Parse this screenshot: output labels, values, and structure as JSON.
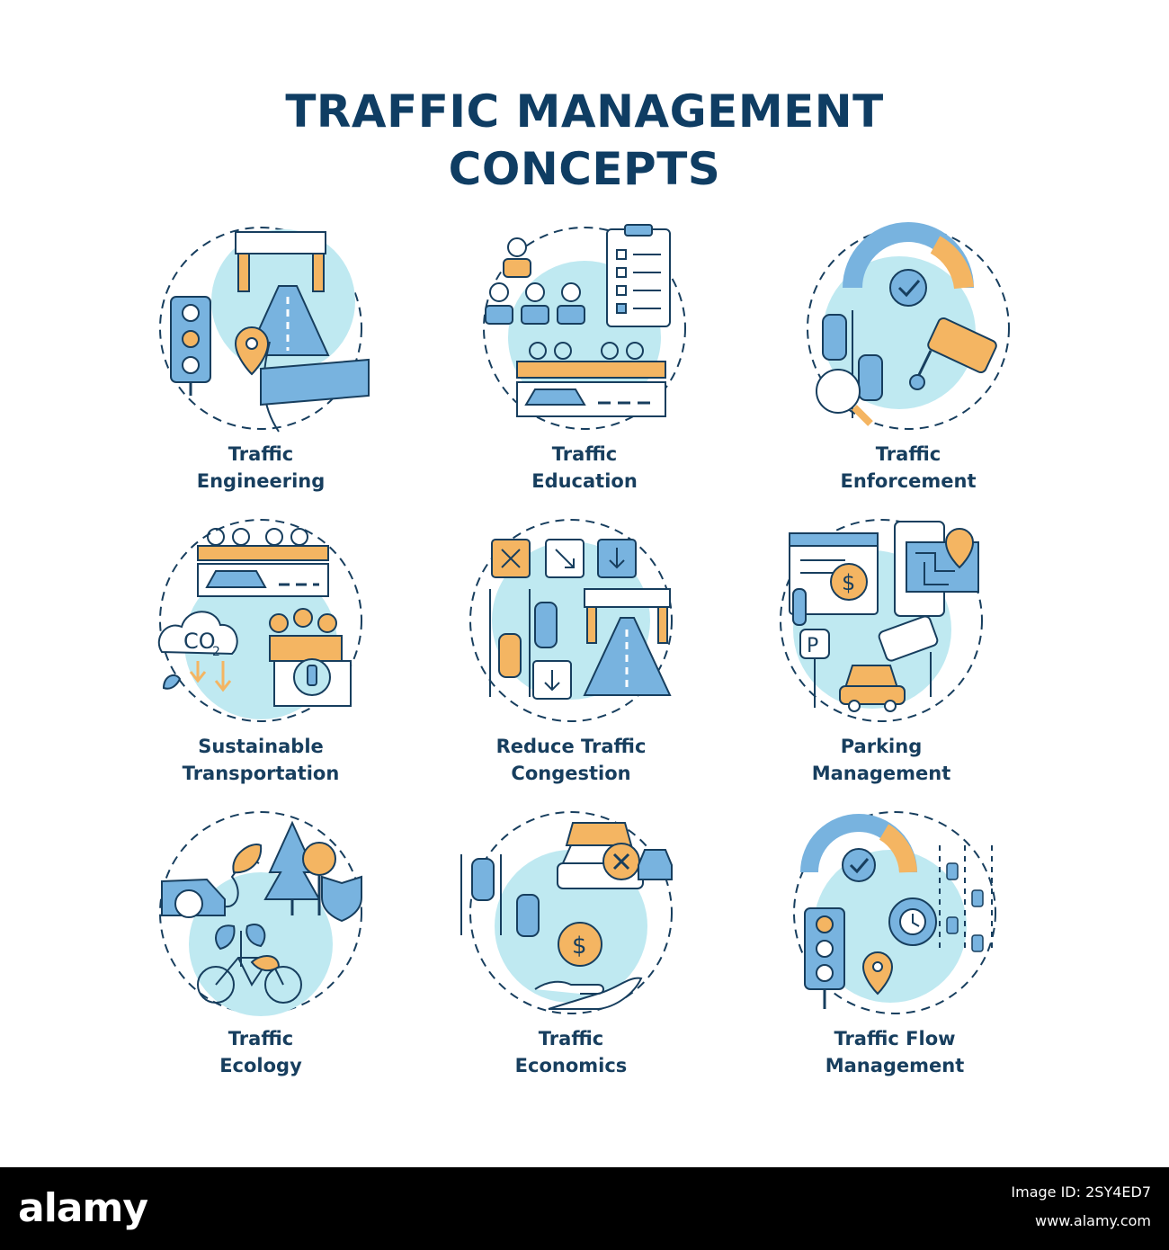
{
  "title": {
    "line1": "TRAFFIC MANAGEMENT",
    "line2": "CONCEPTS"
  },
  "colors": {
    "navy": "#173e5e",
    "light_blue": "#bfe9f1",
    "blue": "#78b3df",
    "orange": "#f4b562"
  },
  "concepts": [
    {
      "line1": "Traffic",
      "line2": "Engineering",
      "icon": "traffic-engineering-icon"
    },
    {
      "line1": "Traffic",
      "line2": "Education",
      "icon": "traffic-education-icon"
    },
    {
      "line1": "Traffic",
      "line2": "Enforcement",
      "icon": "traffic-enforcement-icon"
    },
    {
      "line1": "Sustainable",
      "line2": "Transportation",
      "icon": "sustainable-transportation-icon"
    },
    {
      "line1": "Reduce Traffic",
      "line2": "Congestion",
      "icon": "reduce-congestion-icon"
    },
    {
      "line1": "Parking",
      "line2": "Management",
      "icon": "parking-management-icon"
    },
    {
      "line1": "Traffic",
      "line2": "Ecology",
      "icon": "traffic-ecology-icon"
    },
    {
      "line1": "Traffic",
      "line2": "Economics",
      "icon": "traffic-economics-icon"
    },
    {
      "line1": "Traffic Flow",
      "line2": "Management",
      "icon": "traffic-flow-icon"
    }
  ],
  "icon_text": {
    "co2": "CO",
    "co2_sub": "2",
    "parking": "P",
    "dollar": "$"
  },
  "footer": {
    "brand": "alamy",
    "image_id": "Image ID: 2SY4ED7",
    "url": "www.alamy.com"
  }
}
